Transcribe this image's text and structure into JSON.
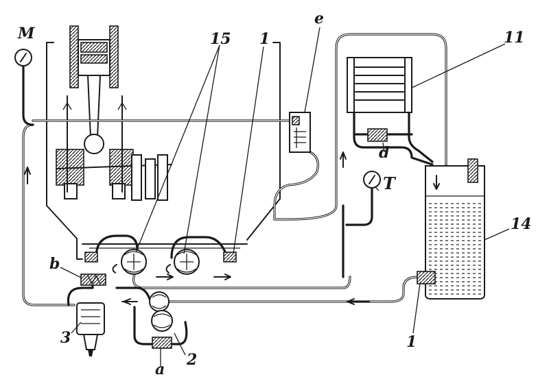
{
  "labels": {
    "M": "M",
    "e": "e",
    "d": "d",
    "T": "T",
    "b": "b",
    "a": "a",
    "n15": "15",
    "n1_top": "1",
    "n11": "11",
    "n14": "14",
    "n3": "3",
    "n2": "2",
    "n1_bottom": "1"
  }
}
